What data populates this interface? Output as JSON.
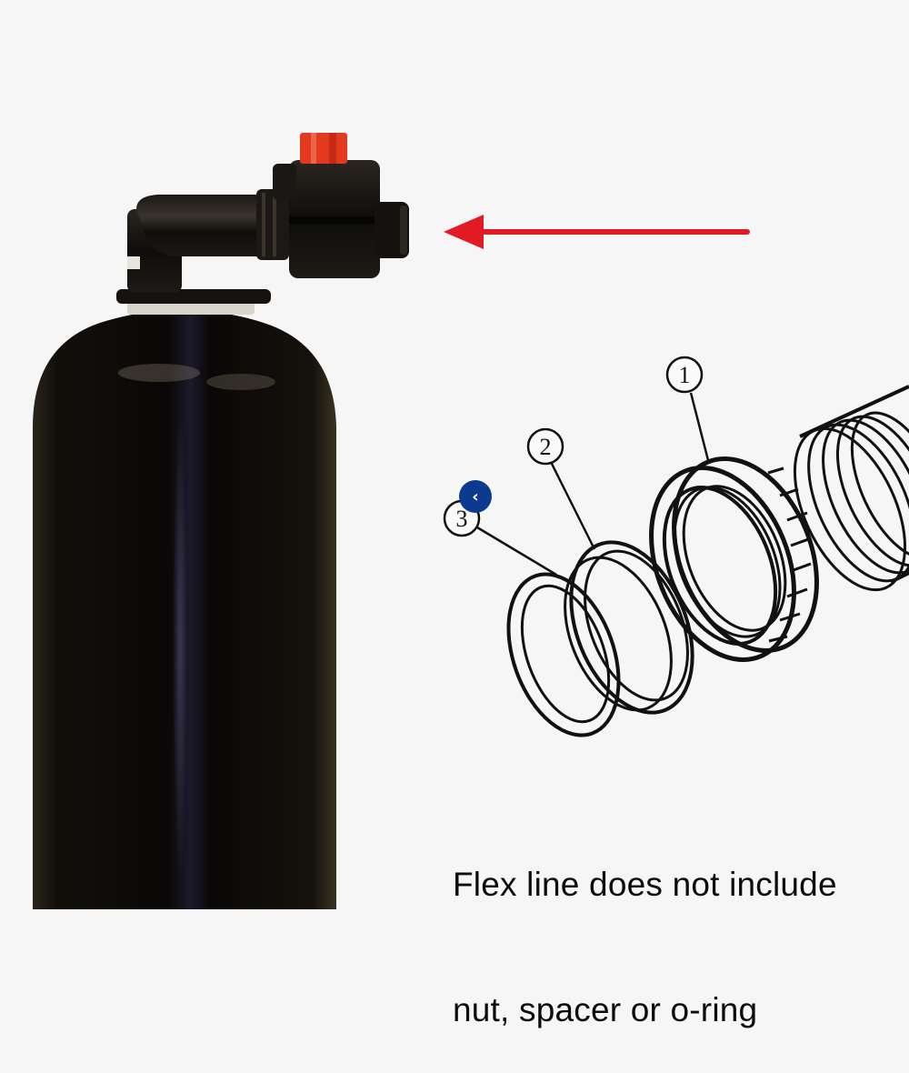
{
  "figure": {
    "type": "product-diagram",
    "subject": "Water softener / filter tank with bypass valve head",
    "background_color": "#f6f6f6"
  },
  "photo": {
    "tank_color": "#0d0b08",
    "valve_color": "#1a1612",
    "handle_color": "#e23a1e",
    "arrow": {
      "direction": "left",
      "color": "#e01b24",
      "points_to": "inlet/outlet port"
    }
  },
  "exploded_diagram": {
    "callouts": [
      {
        "number": "1",
        "part": "nut"
      },
      {
        "number": "2",
        "part": "spacer"
      },
      {
        "number": "3",
        "part": "o-ring"
      }
    ]
  },
  "caption": {
    "line1": "Flex line does not include",
    "line2": "nut, spacer or o-ring"
  },
  "overlay": {
    "nav_badge_icon": "‹",
    "nav_badge_color": "#0b3a8f"
  }
}
